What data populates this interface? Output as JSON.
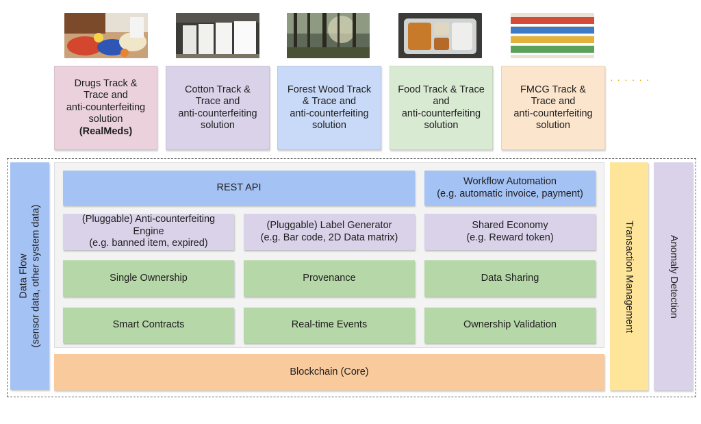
{
  "solutions": [
    {
      "line1": "Drugs Track &",
      "line2": "Trace and",
      "line3": "anti-counterfeiting",
      "line4": "solution",
      "product": "(RealMeds)"
    },
    {
      "line1": "Cotton Track &",
      "line2": "Trace and",
      "line3": "anti-counterfeiting",
      "line4": "solution"
    },
    {
      "line1": "Forest Wood Track",
      "line2": "& Trace and",
      "line3": "anti-counterfeiting",
      "line4": "solution"
    },
    {
      "line1": "Food Track & Trace",
      "line2": "and",
      "line3": "anti-counterfeiting",
      "line4": "solution"
    },
    {
      "line1": "FMCG Track &",
      "line2": "Trace and",
      "line3": "anti-counterfeiting",
      "line4": "solution"
    }
  ],
  "more_indicator": "· · · · · ·",
  "data_flow": {
    "title": "Data Flow",
    "subtitle": "(sensor data, other system data)"
  },
  "transaction_management": "Transaction Management",
  "anomaly_detection": "Anomaly Detection",
  "rest_api": "REST API",
  "workflow": {
    "line1": "Workflow Automation",
    "line2": "(e.g. automatic invoice, payment)"
  },
  "anti_counterfeit": {
    "line1": "(Pluggable) Anti-counterfeiting",
    "line2": "Engine",
    "line3": "(e.g. banned item, expired)"
  },
  "label_generator": {
    "line1": "(Pluggable) Label Generator",
    "line2": "(e.g. Bar code, 2D Data matrix)"
  },
  "shared_economy": {
    "line1": "Shared Economy",
    "line2": "(e.g. Reward token)"
  },
  "single_ownership": "Single Ownership",
  "provenance": "Provenance",
  "data_sharing": "Data Sharing",
  "smart_contracts": "Smart Contracts",
  "realtime_events": "Real-time Events",
  "ownership_validation": "Ownership Validation",
  "blockchain": "Blockchain (Core)"
}
